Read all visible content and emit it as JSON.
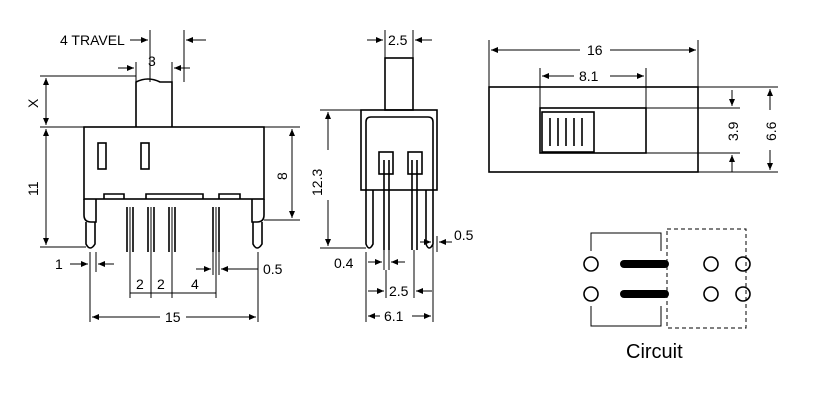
{
  "side_view": {
    "travel_label": "4 TRAVEL",
    "actuator_width": "3",
    "x_label": "X",
    "height_11": "11",
    "height_8": "8",
    "pin_offset_1": "1",
    "pin_pitch_a": "2",
    "pin_pitch_b": "2",
    "pin_pitch_c": "4",
    "pin_thickness": "0.5",
    "overall_length": "15"
  },
  "front_view": {
    "actuator_width": "2.5",
    "height": "12.3",
    "pin_thickness": "0.5",
    "pin_width": "0.4",
    "pin_spacing": "2.5",
    "overall_width": "6.1"
  },
  "top_view": {
    "overall_length": "16",
    "slot_length": "8.1",
    "slot_width": "3.9",
    "overall_width": "6.6"
  },
  "circuit": {
    "label": "Circuit"
  }
}
